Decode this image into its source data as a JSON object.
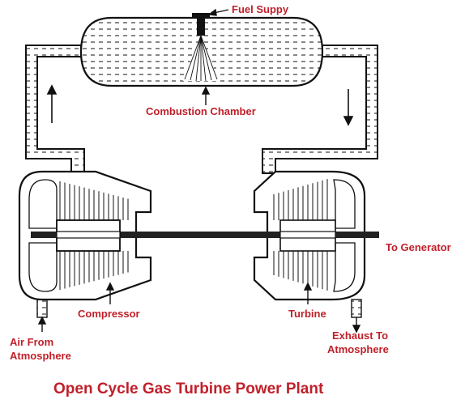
{
  "diagram": {
    "title": "Open Cycle Gas Turbine Power Plant",
    "labels": {
      "fuel_supply": "Fuel Suppy",
      "combustion_chamber": "Combustion Chamber",
      "to_generator": "To Generator",
      "compressor": "Compressor",
      "turbine": "Turbine",
      "air_from_line1": "Air From",
      "air_from_line2": "Atmosphere",
      "exhaust_line1": "Exhaust To",
      "exhaust_line2": "Atmosphere"
    },
    "colors": {
      "label": "#c0202a",
      "line": "#111111",
      "shaft": "#222222",
      "background": "#ffffff"
    }
  }
}
